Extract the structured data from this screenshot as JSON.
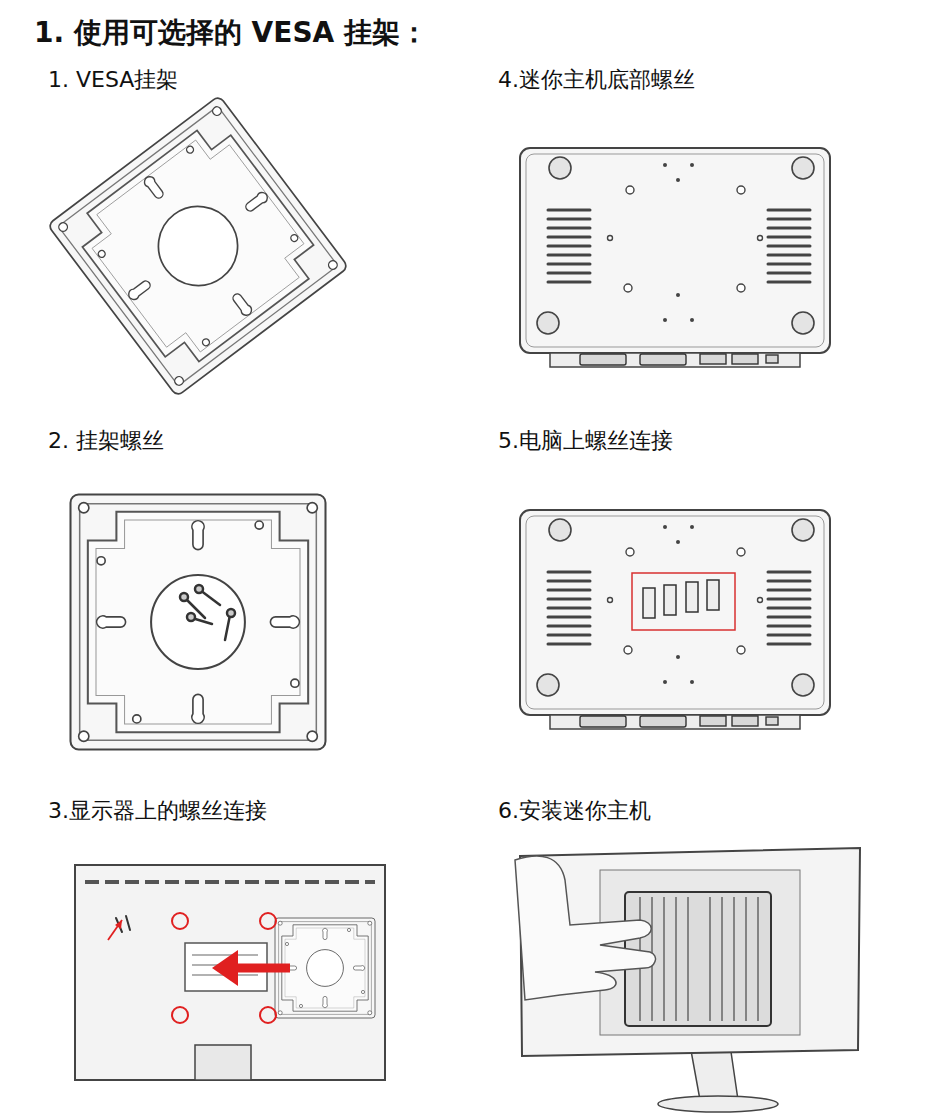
{
  "diagram": {
    "title": "1. 使用可选择的 VESA 挂架：",
    "nodes": [
      {
        "text": [
          "1. VESA挂架"
        ]
      },
      {
        "text": [
          "2. 挂架螺丝"
        ]
      },
      {
        "text": [
          "3.显示器上的螺丝连接"
        ]
      },
      {
        "text": [
          "4.迷你主机底部螺丝"
        ]
      },
      {
        "text": [
          "5.电脑上螺丝连接"
        ]
      },
      {
        "text": [
          "6.安装迷你主机"
        ]
      }
    ]
  }
}
